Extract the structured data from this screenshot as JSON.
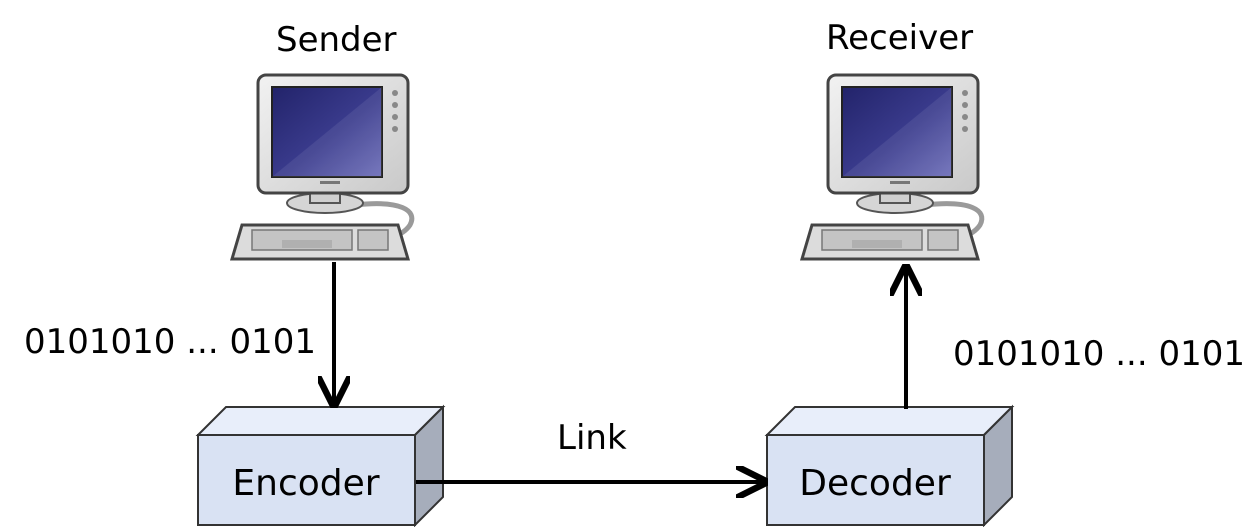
{
  "sender": {
    "title": "Sender",
    "bits": "0101010 ... 0101",
    "computer_icon": "desktop-computer"
  },
  "receiver": {
    "title": "Receiver",
    "bits": "0101010 ... 0101",
    "computer_icon": "desktop-computer"
  },
  "encoder": {
    "label": "Encoder"
  },
  "decoder": {
    "label": "Decoder"
  },
  "link": {
    "label": "Link"
  },
  "colors": {
    "box_front": "#d9e2f3",
    "box_top": "#e8eefa",
    "box_side": "#a6adbb",
    "screen": "#2e2f7a",
    "arrow": "#000000"
  }
}
